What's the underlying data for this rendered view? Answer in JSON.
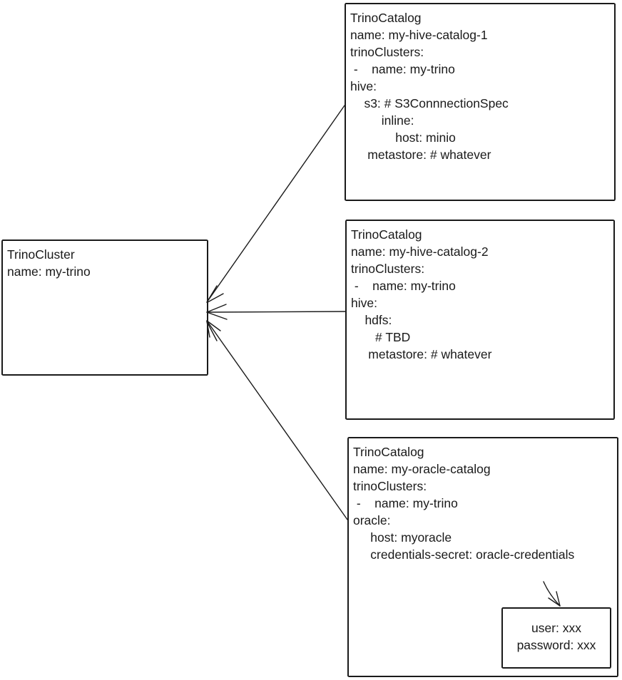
{
  "colors": {
    "ink": "#1a1a1a",
    "background": "#ffffff"
  },
  "boxes": {
    "cluster": {
      "kind": "TrinoCluster",
      "text": "TrinoCluster\nname: my-trino"
    },
    "catalogs": [
      {
        "kind": "TrinoCatalog",
        "name": "my-hive-catalog-1",
        "text": "TrinoCatalog\nname: my-hive-catalog-1\ntrinoClusters:\n -    name: my-trino\nhive:\n    s3: # S3ConnnectionSpec\n         inline:\n             host: minio\n     metastore: # whatever"
      },
      {
        "kind": "TrinoCatalog",
        "name": "my-hive-catalog-2",
        "text": "TrinoCatalog\nname: my-hive-catalog-2\ntrinoClusters:\n -    name: my-trino\nhive:\n    hdfs:\n       # TBD\n     metastore: # whatever"
      },
      {
        "kind": "TrinoCatalog",
        "name": "my-oracle-catalog",
        "text": "TrinoCatalog\nname: my-oracle-catalog\ntrinoClusters:\n -    name: my-trino\noracle:\n     host: myoracle\n     credentials-secret: oracle-credentials"
      }
    ],
    "secret": {
      "kind": "Secret",
      "text": "user: xxx\npassword: xxx"
    }
  }
}
